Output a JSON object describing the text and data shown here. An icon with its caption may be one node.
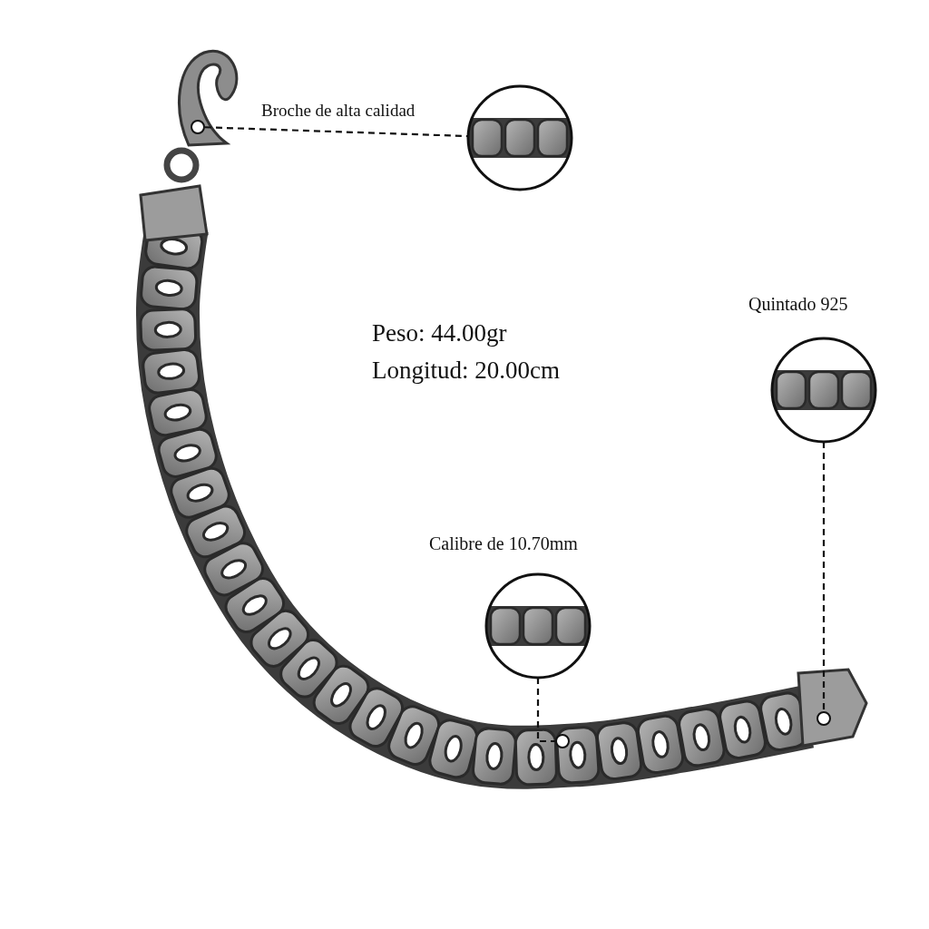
{
  "diagram": {
    "nodes": [
      {
        "text": [],
        "shape": "circle"
      },
      {
        "text": [],
        "shape": "picture"
      },
      {
        "text": [
          "Quintado 925"
        ]
      },
      {
        "text": [],
        "shape": "circle"
      },
      {
        "text": [
          "Calibre de 10.70mm"
        ]
      },
      {
        "text": [],
        "shape": "circle"
      }
    ],
    "edges": [
      {
        "from": 0,
        "to": 1,
        "arrow": "none",
        "style": "dashed",
        "label": "Broche de alta calidad"
      },
      {
        "from": 2,
        "to": 3,
        "arrow": "none",
        "style": "dashed"
      },
      {
        "from": 4,
        "to": 5,
        "arrow": "none",
        "style": "dashed"
      }
    ],
    "labels": [
      "Peso: 44.00gr",
      "Longitud: 20.00cm"
    ]
  }
}
